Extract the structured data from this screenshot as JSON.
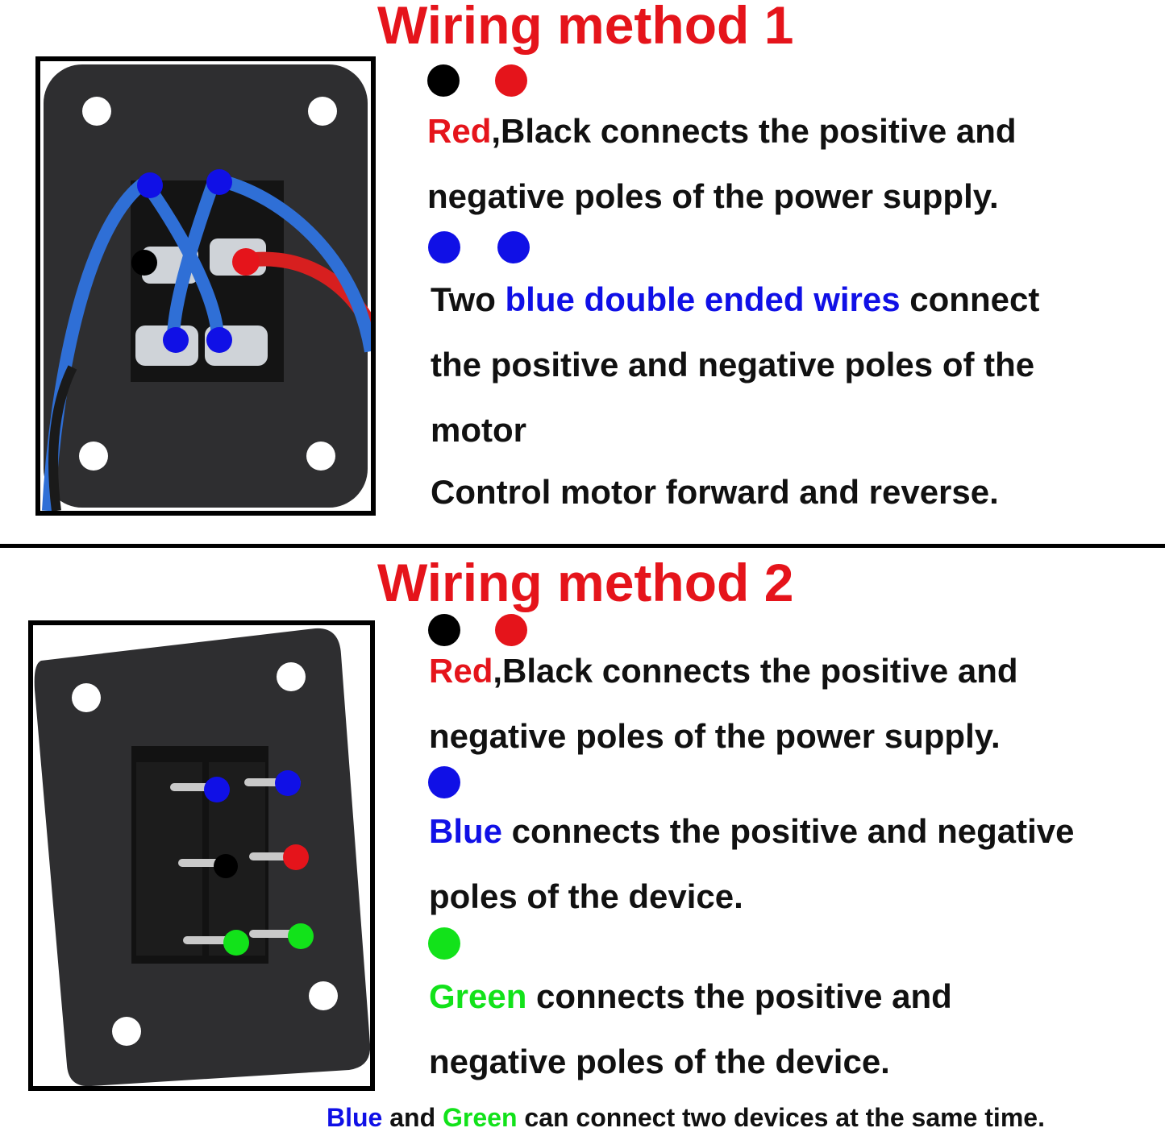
{
  "colors": {
    "red": "#e5141b",
    "black": "#000000",
    "blue": "#1010e6",
    "green": "#12e21a",
    "plate": "#2e2e30",
    "wire_blue": "#2f6fd6",
    "wire_red": "#d71f1f"
  },
  "method1": {
    "title": "Wiring method 1",
    "legend_power": [
      "black",
      "red"
    ],
    "power_text": {
      "red_word": "Red",
      "rest_line1": ",Black connects the positive and",
      "line2": "negative poles of the power supply."
    },
    "legend_motor": [
      "blue",
      "blue"
    ],
    "motor_text": {
      "lead": "Two ",
      "blue_phrase": "blue double ended wires",
      "tail": " connect",
      "line2": "the positive and negative poles of the",
      "line3": "motor",
      "line4": "Control motor forward and reverse."
    },
    "photo": {
      "description_icon": "rocker-switch-wired-icon",
      "terminal_dots": [
        "blue",
        "blue",
        "black",
        "red",
        "blue",
        "blue"
      ]
    }
  },
  "method2": {
    "title": "Wiring method 2",
    "legend_power": [
      "black",
      "red"
    ],
    "power_text": {
      "red_word": "Red",
      "rest_line1": ",Black connects the positive and",
      "line2": "negative poles of the power supply."
    },
    "legend_blue": [
      "blue"
    ],
    "blue_text": {
      "blue_word": "Blue",
      "rest_line1": " connects the positive and negative",
      "line2": "poles of the device."
    },
    "legend_green": [
      "green"
    ],
    "green_text": {
      "green_word": "Green",
      "rest_line1": " connects the positive and",
      "line2": "negative poles of the device."
    },
    "photo": {
      "description_icon": "rocker-switch-terminals-icon",
      "terminal_dots": [
        "blue",
        "blue",
        "black",
        "red",
        "green",
        "green"
      ]
    }
  },
  "footer": {
    "blue_word": "Blue",
    "and_word": " and ",
    "green_word": "Green",
    "rest": " can connect two devices at the same time."
  }
}
